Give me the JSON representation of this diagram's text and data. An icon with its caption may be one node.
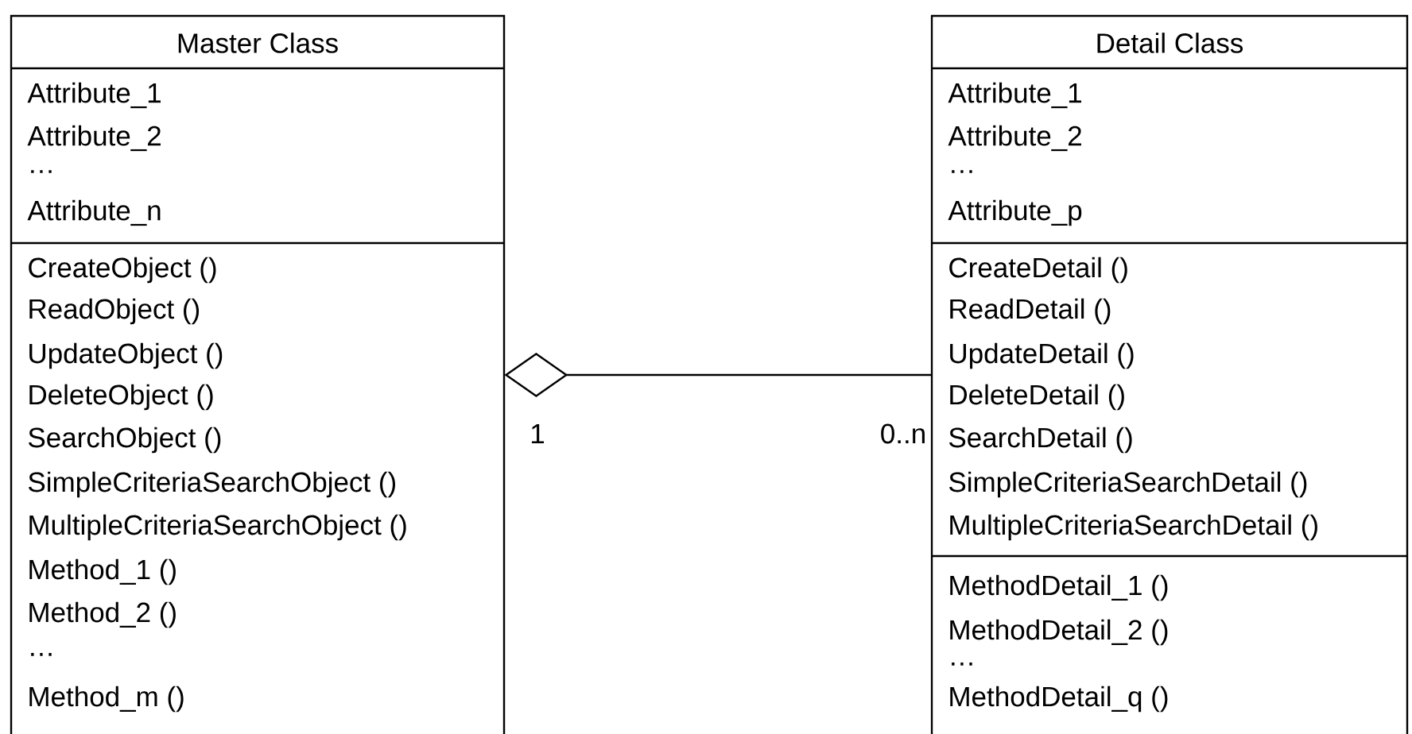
{
  "diagram": {
    "nodes": [
      {
        "text": [
          "Master Class",
          "Attribute_1",
          "Attribute_2",
          "…",
          "Attribute_n",
          "CreateObject ()",
          "ReadObject ()",
          "UpdateObject ()",
          "DeleteObject ()",
          "SearchObject ()",
          "SimpleCriteriaSearchObject ()",
          "MultipleCriteriaSearchObject ()",
          "Method_1 ()",
          "Method_2 ()",
          "…",
          "Method_m ()"
        ]
      },
      {
        "text": [
          "Detail Class",
          "Attribute_1",
          "Attribute_2",
          "…",
          "Attribute_p",
          "CreateDetail ()",
          "ReadDetail ()",
          "UpdateDetail ()",
          "DeleteDetail ()",
          "SearchDetail ()",
          "SimpleCriteriaSearchDetail ()",
          "MultipleCriteriaSearchDetail ()",
          "MethodDetail_1 ()",
          "MethodDetail_2 ()",
          "…",
          "MethodDetail_q ()"
        ]
      }
    ],
    "edges": [
      {
        "from": 1,
        "to": 0,
        "arrow": "other"
      }
    ],
    "labels": [
      "1",
      "0..n"
    ]
  }
}
